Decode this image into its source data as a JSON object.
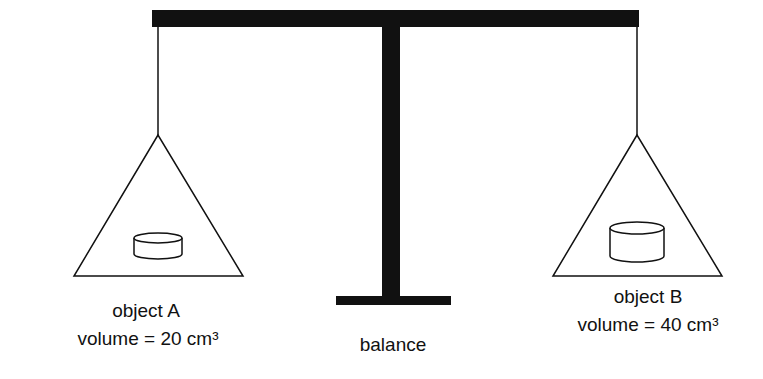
{
  "diagram": {
    "labels": [
      "object A",
      "volume = 20 cm³",
      "balance",
      "object B",
      "volume = 40 cm³"
    ]
  }
}
